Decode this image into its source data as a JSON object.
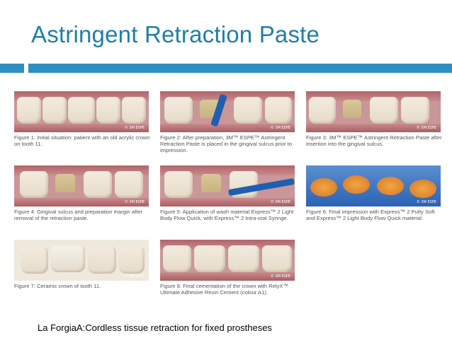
{
  "slide": {
    "title": "Astringent Retraction Paste",
    "citation": "La ForgiaA:Cordless tissue retraction for fixed prostheses",
    "accent_color": "#2e8fc0",
    "title_color": "#1f7fa8"
  },
  "figures": [
    {
      "caption": "Figure 1: Initial situation: patient with an old acrylic crown on tooth 11.",
      "stamp": "© 3M ESPE"
    },
    {
      "caption": "Figure 2: After preparation, 3M™ ESPE™ Astringent Retraction Paste is placed in the gingival sulcus prior to impression.",
      "stamp": "© 3M ESPE"
    },
    {
      "caption": "Figure 3: 3M™ ESPE™ Astringent Retraction Paste after insertion into the gingival sulcus.",
      "stamp": "© 3M ESPE"
    },
    {
      "caption": "Figure 4: Gingival sulcus and preparation margin after removal of the retraction paste.",
      "stamp": "© 3M ESPE"
    },
    {
      "caption": "Figure 5: Application of wash material Express™ 2 Light Body Flow Quick, with Express™ 2 Intra-oral Syringe.",
      "stamp": "© 3M ESPE"
    },
    {
      "caption": "Figure 6: Final impression with Express™ 2 Putty Soft and Express™ 2 Light Body Flow Quick material.",
      "stamp": "© 3M ESPE"
    },
    {
      "caption": "Figure 7: Ceramic crown of tooth 11.",
      "stamp": "© 3M ESPE"
    },
    {
      "caption": "Figure 8: Final cementation of the crown with RelyX™ Ultimate Adhesive Resin Cement (colour A1).",
      "stamp": "© 3M ESPE"
    }
  ]
}
